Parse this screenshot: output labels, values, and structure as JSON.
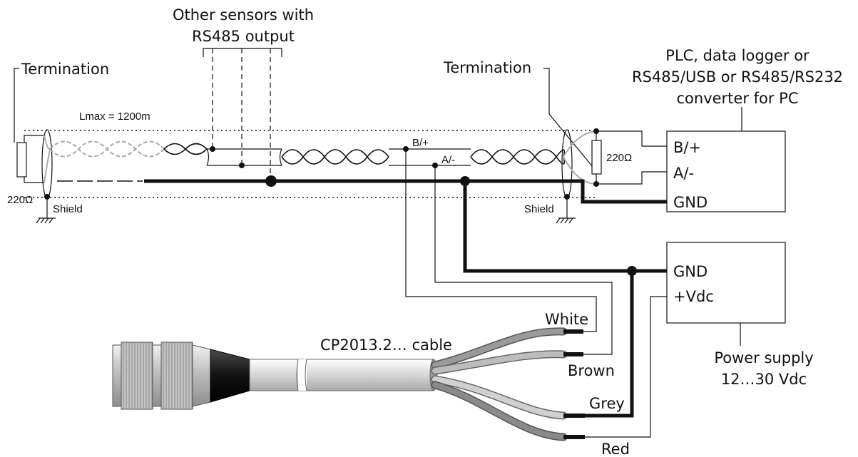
{
  "labels": {
    "other_sensors_line1": "Other sensors with",
    "other_sensors_line2": "RS485 output",
    "termination_left": "Termination",
    "termination_right": "Termination",
    "lmax": "Lmax = 1200m",
    "resistor_left": "220Ω",
    "resistor_right": "220Ω",
    "shield_left": "Shield",
    "shield_right": "Shield",
    "bus_b": "B/+",
    "bus_a": "A/-",
    "cable_name": "CP2013.2… cable",
    "wire_white": "White",
    "wire_brown": "Brown",
    "wire_grey": "Grey",
    "wire_red": "Red"
  },
  "plc": {
    "title_line1": "PLC, data logger or",
    "title_line2": "RS485/USB or RS485/RS232",
    "title_line3": "converter for PC",
    "terminal_b": "B/+",
    "terminal_a": "A/-",
    "terminal_gnd": "GND"
  },
  "power_supply": {
    "terminal_gnd": "GND",
    "terminal_vdc": "+Vdc",
    "title_line1": "Power supply",
    "title_line2": "12…30 Vdc"
  },
  "colors": {
    "ink": "#111111",
    "wire_white": "#9a9a9a",
    "wire_brown": "#bdbdbd",
    "wire_grey": "#d0d0d0",
    "wire_red": "#8a8a8a",
    "cable_jacket": "#c8c8c8",
    "connector_body": "#cfcfcf"
  }
}
